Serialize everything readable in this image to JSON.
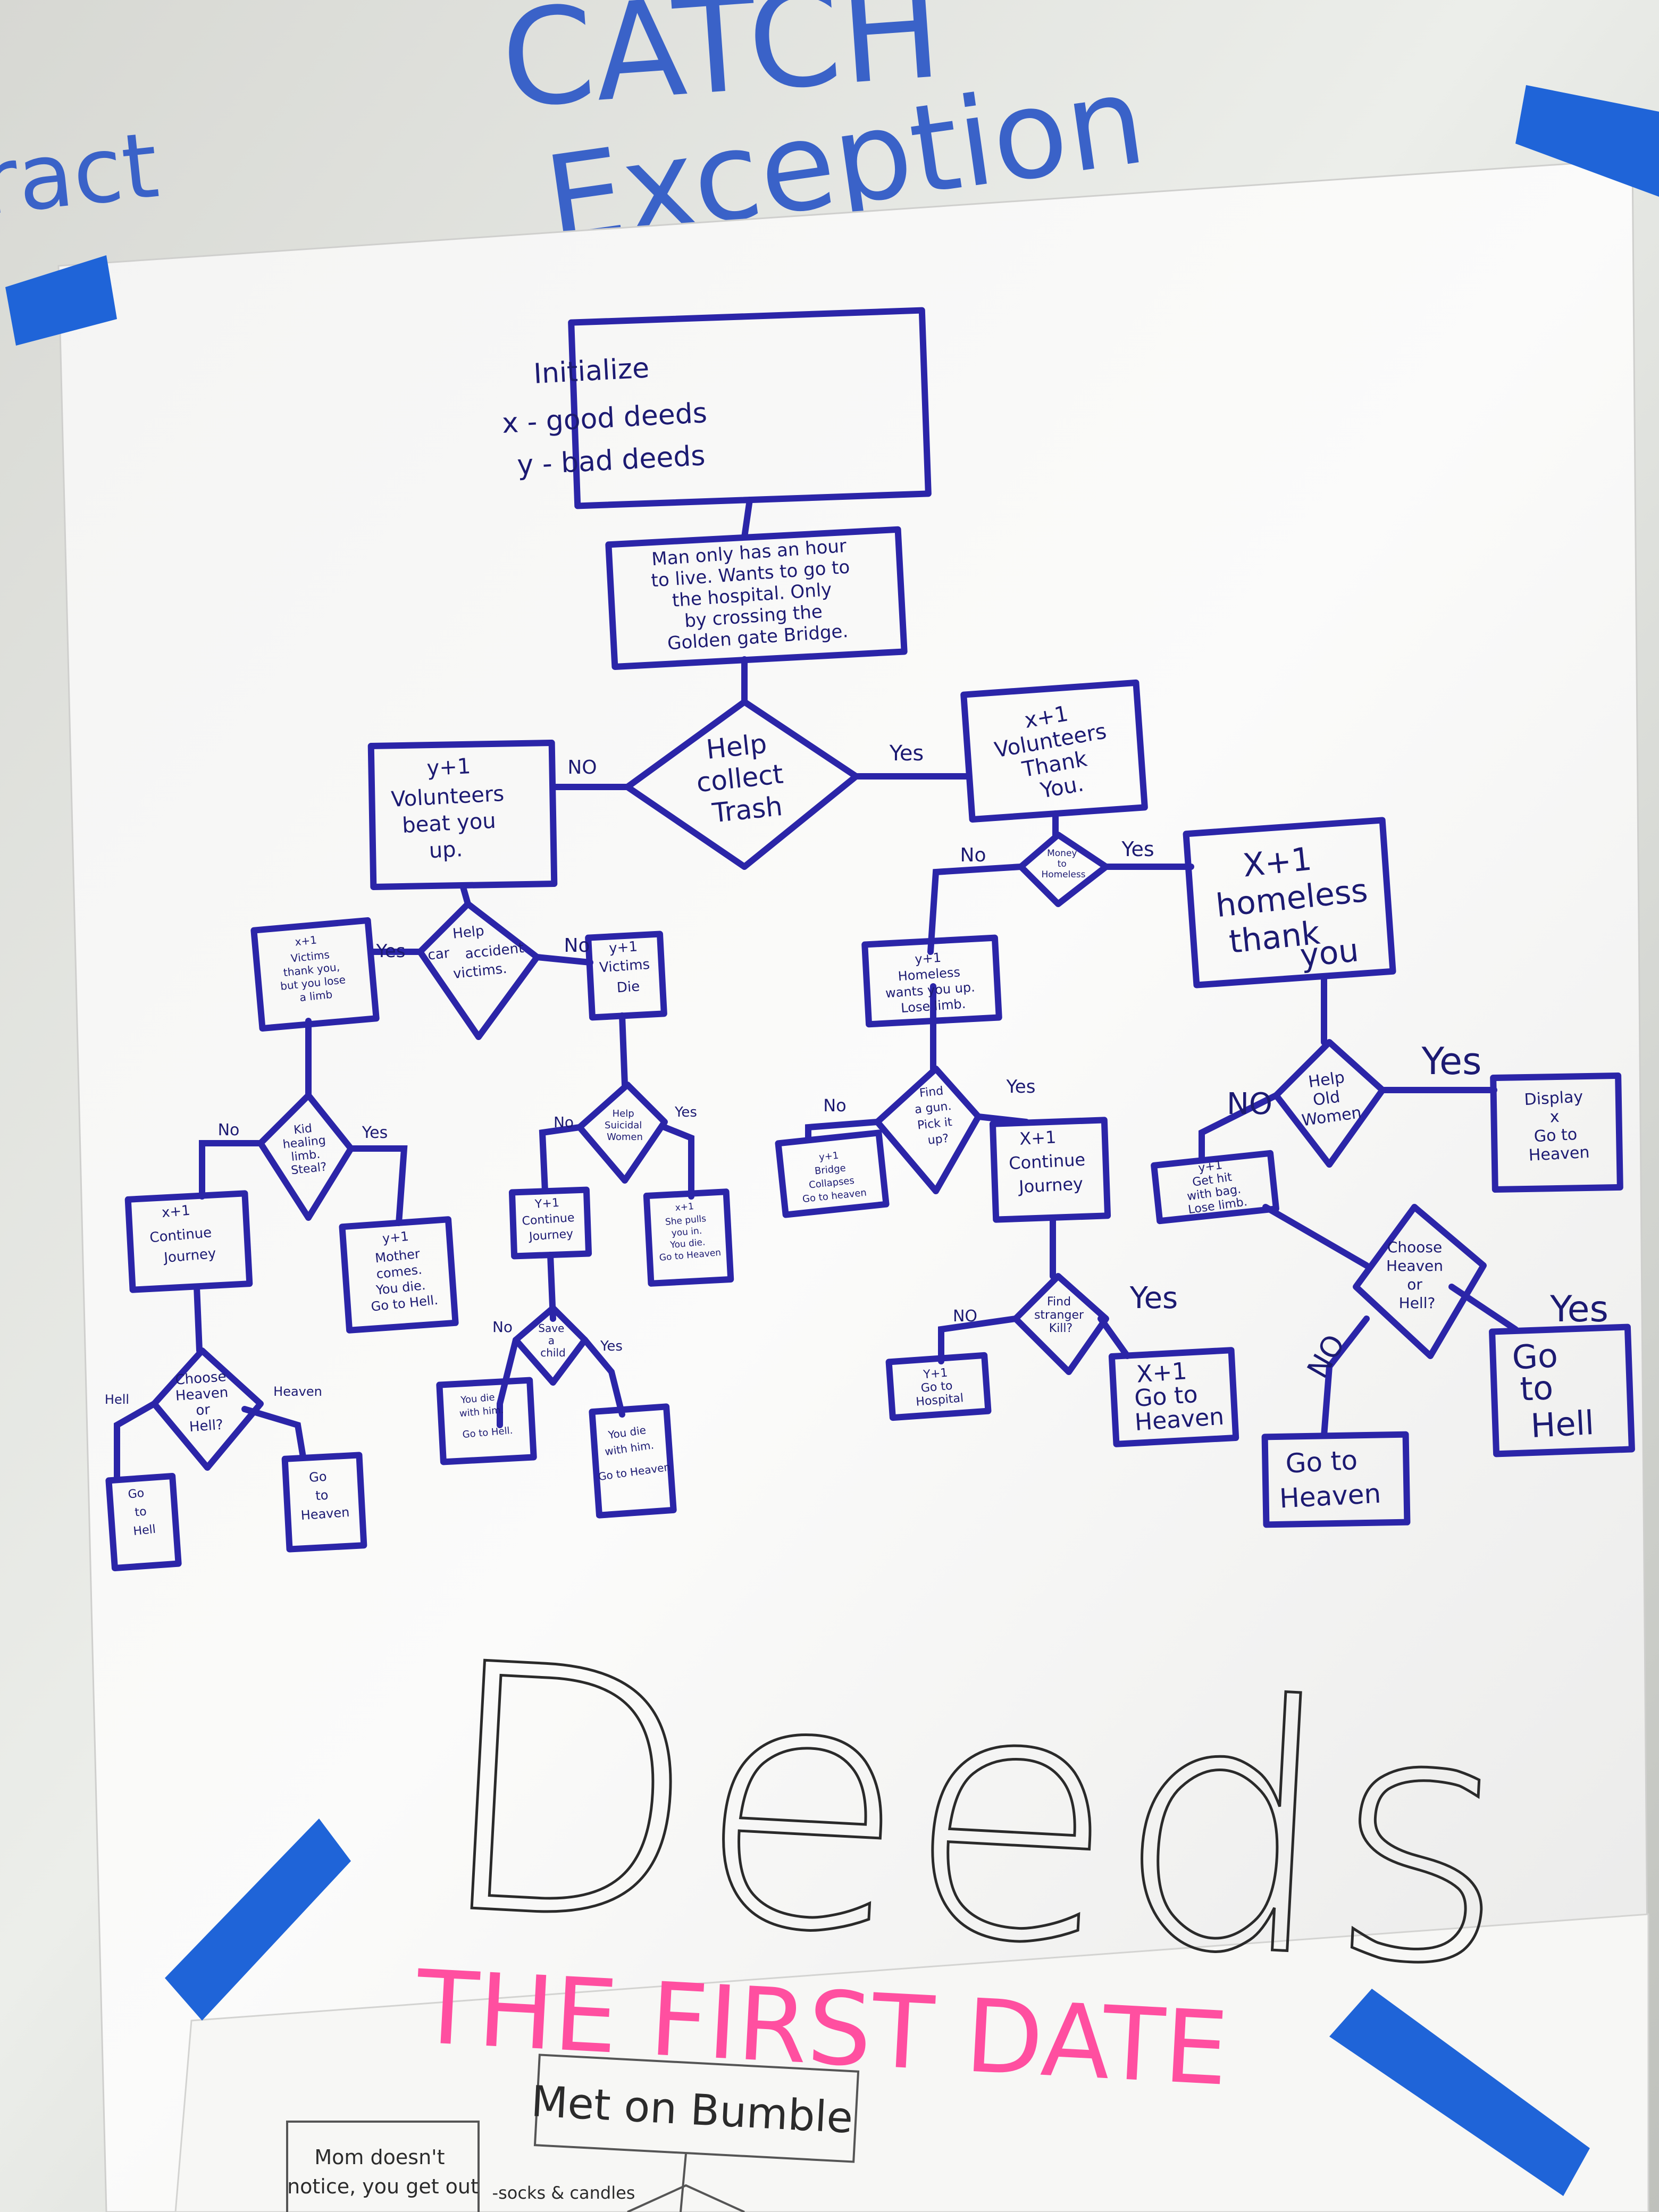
{
  "whiteboard": {
    "catch_label": "CATCH",
    "exception_label": "Exception",
    "left_fragment": "ract"
  },
  "flowchart": {
    "nodes": {
      "init": {
        "lines": [
          "Initialize",
          "x - good deeds",
          "y - bad deeds"
        ]
      },
      "intro": {
        "lines": [
          "Man only has an hour",
          "to live. Wants to go to",
          "the hospital. Only",
          "by crossing the",
          "Golden gate Bridge."
        ]
      },
      "help_trash": {
        "lines": [
          "Help",
          "collect",
          "Trash"
        ]
      },
      "vol_thank": {
        "lines": [
          "x+1",
          "Volunteers",
          "Thank",
          "You."
        ]
      },
      "vol_beat": {
        "lines": [
          "y+1",
          "Volunteers",
          "beat you",
          "up."
        ]
      },
      "money_homeless": {
        "lines": [
          "Money",
          "to",
          "Homeless"
        ]
      },
      "homeless_thank": {
        "lines": [
          "X+1",
          "homeless",
          "thank",
          "you"
        ]
      },
      "homeless_limb": {
        "lines": [
          "y+1",
          "Homeless",
          "wants you up.",
          "Lose limb."
        ]
      },
      "help_old": {
        "lines": [
          "Help",
          "Old",
          "Women"
        ]
      },
      "display_x": {
        "lines": [
          "Display",
          "x",
          "Go to",
          "Heaven"
        ]
      },
      "find_gun": {
        "lines": [
          "Find",
          "a gun.",
          "Pick it",
          "up?"
        ]
      },
      "bridge_node": {
        "lines": [
          "y+1",
          "Bridge",
          "Collapses",
          "Go to heaven"
        ]
      },
      "continue_journey_r": {
        "lines": [
          "X+1",
          "Continue",
          "Journey"
        ]
      },
      "get_hit": {
        "lines": [
          "y+1",
          "Get hit",
          "with bag.",
          "Lose limb."
        ]
      },
      "choose_hh_r": {
        "lines": [
          "Choose",
          "Heaven",
          "or",
          "Hell?"
        ]
      },
      "find_stranger": {
        "lines": [
          "Find",
          "stranger",
          "Kill?"
        ]
      },
      "go_hospital": {
        "lines": [
          "Y+1",
          "Go to",
          "Hospital"
        ]
      },
      "xp1_heaven": {
        "lines": [
          "X+1",
          "Go to",
          "Heaven"
        ]
      },
      "go_hell_r": {
        "lines": [
          "Go",
          "to",
          "Hell"
        ]
      },
      "go_heaven_r": {
        "lines": [
          "Go to",
          "Heaven"
        ]
      },
      "help_car": {
        "lines": [
          "Help",
          "car",
          "accident",
          "victims."
        ]
      },
      "victims_thank": {
        "lines": [
          "x+1",
          "Victims",
          "thank you,",
          "but you lose",
          "a limb"
        ]
      },
      "victims_die": {
        "lines": [
          "y+1",
          "Victims",
          "Die"
        ]
      },
      "kid_healing": {
        "lines": [
          "Kid",
          "healing",
          "limb.",
          "Steal?"
        ]
      },
      "continue_journey_l": {
        "lines": [
          "x+1",
          "Continue",
          "Journey"
        ]
      },
      "mother_comes": {
        "lines": [
          "y+1",
          "Mother",
          "comes.",
          "You die.",
          "Go to Hell."
        ]
      },
      "choose_hh_l": {
        "lines": [
          "Choose",
          "Heaven",
          "or",
          "Hell?"
        ]
      },
      "go_hell_l": {
        "lines": [
          "Go",
          "to",
          "Hell"
        ]
      },
      "go_heaven_l": {
        "lines": [
          "Go",
          "to",
          "Heaven"
        ]
      },
      "help_suicidal": {
        "lines": [
          "Help",
          "Suicidal",
          "Women"
        ]
      },
      "continue_journey_m": {
        "lines": [
          "Y+1",
          "Continue",
          "Journey"
        ]
      },
      "she_pulls": {
        "lines": [
          "x+1",
          "She pulls",
          "you in.",
          "You die.",
          "Go to Heaven"
        ]
      },
      "save_child": {
        "lines": [
          "Save",
          "a",
          "child"
        ]
      },
      "you_die_hell": {
        "lines": [
          "You die",
          "with him.",
          "Go to Hell."
        ]
      },
      "you_die_heaven": {
        "lines": [
          "You die",
          "with him.",
          "Go to Heaven"
        ]
      }
    },
    "edge_labels": {
      "trash_yes": "Yes",
      "trash_no": "NO",
      "money_yes": "Yes",
      "money_no": "No",
      "old_yes": "Yes",
      "old_no": "NO",
      "gun_yes": "Yes",
      "gun_no": "No",
      "stranger_yes": "Yes",
      "stranger_no": "NO",
      "chooser_yes": "Yes",
      "chooser_no": "NO",
      "car_yes": "Yes",
      "car_no": "No",
      "kid_yes": "Yes",
      "kid_no": "No",
      "choosel_hell": "Hell",
      "choosel_heaven": "Heaven",
      "suicidal_no": "No",
      "suicidal_yes": "Yes",
      "child_no": "No",
      "child_yes": "Yes"
    }
  },
  "poster_title": "Deeds",
  "second_poster": {
    "title": "THE FIRST DATE",
    "first_box": "Met on Bumble",
    "left_note": [
      "Mom doesn't",
      "notice, you get out"
    ],
    "side_label": "-socks & candles"
  },
  "colors": {
    "marker_blue": "#2b25a8",
    "tape_blue": "#1f64d8",
    "pink": "#ff4fa0",
    "whiteboard_ink": "#3a62c8"
  }
}
